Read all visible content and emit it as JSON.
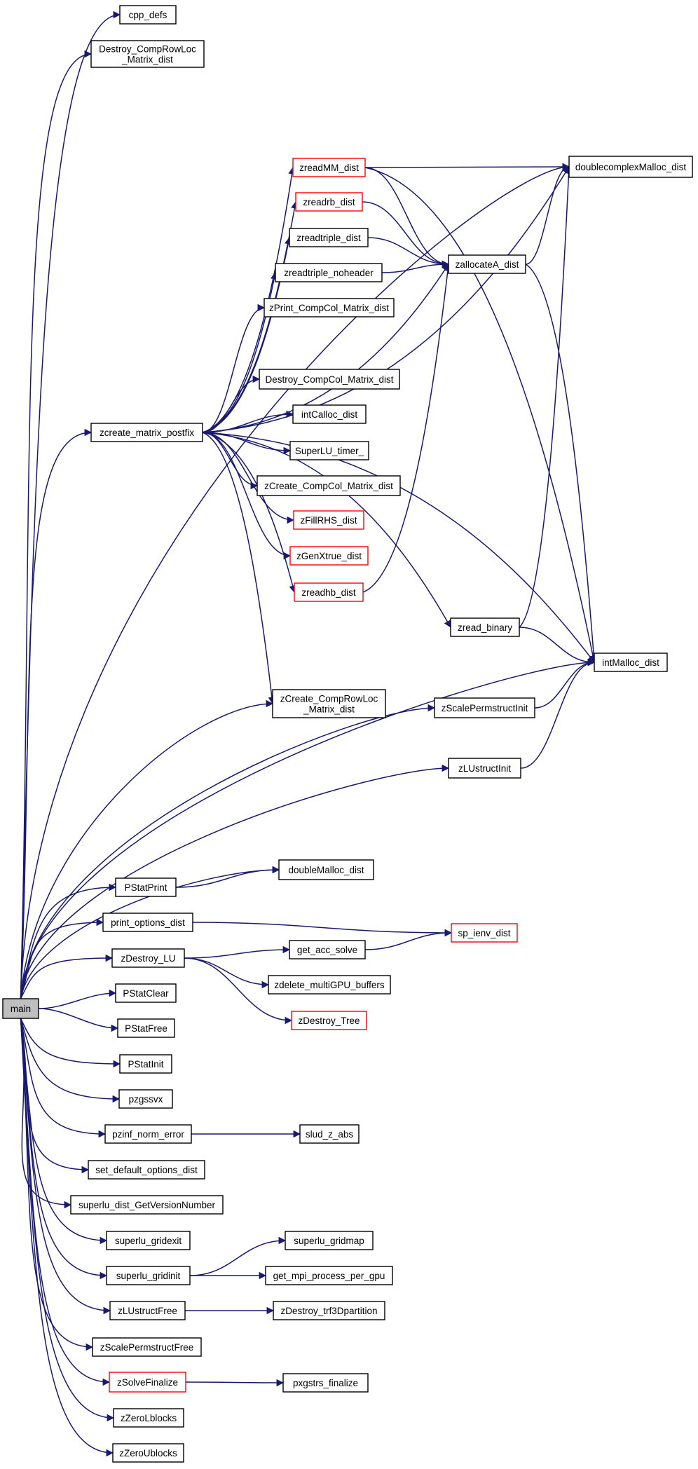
{
  "colors": {
    "edge": "#191970",
    "border_default": "#000000",
    "border_truncated": "#ff0000",
    "fill_default": "#ffffff",
    "fill_root": "#bfbfbf"
  },
  "graph": {
    "root": "main",
    "nodes": [
      {
        "id": "main",
        "lines": [
          "main"
        ],
        "style": "root"
      },
      {
        "id": "cpp_defs",
        "lines": [
          "cpp_defs"
        ],
        "style": "normal"
      },
      {
        "id": "Destroy_CompRowLoc_Matrix_dist",
        "lines": [
          "Destroy_CompRowLoc",
          "_Matrix_dist"
        ],
        "style": "normal"
      },
      {
        "id": "zcreate_matrix_postfix",
        "lines": [
          "zcreate_matrix_postfix"
        ],
        "style": "normal"
      },
      {
        "id": "zreadMM_dist",
        "lines": [
          "zreadMM_dist"
        ],
        "style": "truncated"
      },
      {
        "id": "doublecomplexMalloc_dist",
        "lines": [
          "doublecomplexMalloc_dist"
        ],
        "style": "normal"
      },
      {
        "id": "zreadrb_dist",
        "lines": [
          "zreadrb_dist"
        ],
        "style": "truncated"
      },
      {
        "id": "zreadtriple_dist",
        "lines": [
          "zreadtriple_dist"
        ],
        "style": "normal"
      },
      {
        "id": "zallocateA_dist",
        "lines": [
          "zallocateA_dist"
        ],
        "style": "normal"
      },
      {
        "id": "zreadtriple_noheader",
        "lines": [
          "zreadtriple_noheader"
        ],
        "style": "normal"
      },
      {
        "id": "zPrint_CompCol_Matrix_dist",
        "lines": [
          "zPrint_CompCol_Matrix_dist"
        ],
        "style": "normal"
      },
      {
        "id": "Destroy_CompCol_Matrix_dist",
        "lines": [
          "Destroy_CompCol_Matrix_dist"
        ],
        "style": "normal"
      },
      {
        "id": "intCalloc_dist",
        "lines": [
          "intCalloc_dist"
        ],
        "style": "normal"
      },
      {
        "id": "SuperLU_timer_",
        "lines": [
          "SuperLU_timer_"
        ],
        "style": "normal"
      },
      {
        "id": "zCreate_CompCol_Matrix_dist",
        "lines": [
          "zCreate_CompCol_Matrix_dist"
        ],
        "style": "normal"
      },
      {
        "id": "zFillRHS_dist",
        "lines": [
          "zFillRHS_dist"
        ],
        "style": "truncated"
      },
      {
        "id": "zGenXtrue_dist",
        "lines": [
          "zGenXtrue_dist"
        ],
        "style": "truncated"
      },
      {
        "id": "zreadhb_dist",
        "lines": [
          "zreadhb_dist"
        ],
        "style": "truncated"
      },
      {
        "id": "zread_binary",
        "lines": [
          "zread_binary"
        ],
        "style": "normal"
      },
      {
        "id": "intMalloc_dist",
        "lines": [
          "intMalloc_dist"
        ],
        "style": "normal"
      },
      {
        "id": "zCreate_CompRowLoc_Matrix_dist",
        "lines": [
          "zCreate_CompRowLoc",
          "_Matrix_dist"
        ],
        "style": "normal"
      },
      {
        "id": "zScalePermstructInit",
        "lines": [
          "zScalePermstructInit"
        ],
        "style": "normal"
      },
      {
        "id": "zLUstructInit",
        "lines": [
          "zLUstructInit"
        ],
        "style": "normal"
      },
      {
        "id": "PStatPrint",
        "lines": [
          "PStatPrint"
        ],
        "style": "normal"
      },
      {
        "id": "doubleMalloc_dist",
        "lines": [
          "doubleMalloc_dist"
        ],
        "style": "normal"
      },
      {
        "id": "print_options_dist",
        "lines": [
          "print_options_dist"
        ],
        "style": "normal"
      },
      {
        "id": "sp_ienv_dist",
        "lines": [
          "sp_ienv_dist"
        ],
        "style": "truncated"
      },
      {
        "id": "zDestroy_LU",
        "lines": [
          "zDestroy_LU"
        ],
        "style": "normal"
      },
      {
        "id": "get_acc_solve",
        "lines": [
          "get_acc_solve"
        ],
        "style": "normal"
      },
      {
        "id": "zdelete_multiGPU_buffers",
        "lines": [
          "zdelete_multiGPU_buffers"
        ],
        "style": "normal"
      },
      {
        "id": "zDestroy_Tree",
        "lines": [
          "zDestroy_Tree"
        ],
        "style": "truncated"
      },
      {
        "id": "PStatClear",
        "lines": [
          "PStatClear"
        ],
        "style": "normal"
      },
      {
        "id": "PStatFree",
        "lines": [
          "PStatFree"
        ],
        "style": "normal"
      },
      {
        "id": "PStatInit",
        "lines": [
          "PStatInit"
        ],
        "style": "normal"
      },
      {
        "id": "pzgssvx",
        "lines": [
          "pzgssvx"
        ],
        "style": "normal"
      },
      {
        "id": "pzinf_norm_error",
        "lines": [
          "pzinf_norm_error"
        ],
        "style": "normal"
      },
      {
        "id": "slud_z_abs",
        "lines": [
          "slud_z_abs"
        ],
        "style": "normal"
      },
      {
        "id": "set_default_options_dist",
        "lines": [
          "set_default_options_dist"
        ],
        "style": "normal"
      },
      {
        "id": "superlu_dist_GetVersionNumber",
        "lines": [
          "superlu_dist_GetVersionNumber"
        ],
        "style": "normal"
      },
      {
        "id": "superlu_gridexit",
        "lines": [
          "superlu_gridexit"
        ],
        "style": "normal"
      },
      {
        "id": "superlu_gridinit",
        "lines": [
          "superlu_gridinit"
        ],
        "style": "normal"
      },
      {
        "id": "superlu_gridmap",
        "lines": [
          "superlu_gridmap"
        ],
        "style": "normal"
      },
      {
        "id": "get_mpi_process_per_gpu",
        "lines": [
          "get_mpi_process_per_gpu"
        ],
        "style": "normal"
      },
      {
        "id": "zLUstructFree",
        "lines": [
          "zLUstructFree"
        ],
        "style": "normal"
      },
      {
        "id": "zDestroy_trf3Dpartition",
        "lines": [
          "zDestroy_trf3Dpartition"
        ],
        "style": "normal"
      },
      {
        "id": "zScalePermstructFree",
        "lines": [
          "zScalePermstructFree"
        ],
        "style": "normal"
      },
      {
        "id": "zSolveFinalize",
        "lines": [
          "zSolveFinalize"
        ],
        "style": "truncated"
      },
      {
        "id": "pxgstrs_finalize",
        "lines": [
          "pxgstrs_finalize"
        ],
        "style": "normal"
      },
      {
        "id": "zZeroLblocks",
        "lines": [
          "zZeroLblocks"
        ],
        "style": "normal"
      },
      {
        "id": "zZeroUblocks",
        "lines": [
          "zZeroUblocks"
        ],
        "style": "normal"
      }
    ],
    "edges": [
      [
        "main",
        "cpp_defs"
      ],
      [
        "main",
        "Destroy_CompRowLoc_Matrix_dist"
      ],
      [
        "main",
        "doublecomplexMalloc_dist"
      ],
      [
        "main",
        "zcreate_matrix_postfix"
      ],
      [
        "main",
        "zCreate_CompRowLoc_Matrix_dist"
      ],
      [
        "main",
        "zScalePermstructInit"
      ],
      [
        "main",
        "zLUstructInit"
      ],
      [
        "main",
        "intMalloc_dist"
      ],
      [
        "main",
        "doubleMalloc_dist"
      ],
      [
        "main",
        "PStatPrint"
      ],
      [
        "main",
        "print_options_dist"
      ],
      [
        "main",
        "zDestroy_LU"
      ],
      [
        "main",
        "PStatClear"
      ],
      [
        "main",
        "PStatFree"
      ],
      [
        "main",
        "PStatInit"
      ],
      [
        "main",
        "pzgssvx"
      ],
      [
        "main",
        "pzinf_norm_error"
      ],
      [
        "main",
        "set_default_options_dist"
      ],
      [
        "main",
        "superlu_dist_GetVersionNumber"
      ],
      [
        "main",
        "superlu_gridexit"
      ],
      [
        "main",
        "superlu_gridinit"
      ],
      [
        "main",
        "zLUstructFree"
      ],
      [
        "main",
        "zScalePermstructFree"
      ],
      [
        "main",
        "zSolveFinalize"
      ],
      [
        "main",
        "zZeroLblocks"
      ],
      [
        "main",
        "zZeroUblocks"
      ],
      [
        "zcreate_matrix_postfix",
        "doublecomplexMalloc_dist"
      ],
      [
        "zcreate_matrix_postfix",
        "zreadMM_dist"
      ],
      [
        "zcreate_matrix_postfix",
        "zreadrb_dist"
      ],
      [
        "zcreate_matrix_postfix",
        "zreadtriple_dist"
      ],
      [
        "zcreate_matrix_postfix",
        "zreadtriple_noheader"
      ],
      [
        "zcreate_matrix_postfix",
        "zPrint_CompCol_Matrix_dist"
      ],
      [
        "zcreate_matrix_postfix",
        "zallocateA_dist"
      ],
      [
        "zcreate_matrix_postfix",
        "Destroy_CompCol_Matrix_dist"
      ],
      [
        "zcreate_matrix_postfix",
        "intCalloc_dist"
      ],
      [
        "zcreate_matrix_postfix",
        "SuperLU_timer_"
      ],
      [
        "zcreate_matrix_postfix",
        "zCreate_CompCol_Matrix_dist"
      ],
      [
        "zcreate_matrix_postfix",
        "zFillRHS_dist"
      ],
      [
        "zcreate_matrix_postfix",
        "zGenXtrue_dist"
      ],
      [
        "zcreate_matrix_postfix",
        "zreadhb_dist"
      ],
      [
        "zcreate_matrix_postfix",
        "zread_binary"
      ],
      [
        "zcreate_matrix_postfix",
        "intMalloc_dist"
      ],
      [
        "zcreate_matrix_postfix",
        "zCreate_CompRowLoc_Matrix_dist"
      ],
      [
        "zreadMM_dist",
        "doublecomplexMalloc_dist"
      ],
      [
        "zreadMM_dist",
        "zallocateA_dist"
      ],
      [
        "zreadMM_dist",
        "intMalloc_dist"
      ],
      [
        "zreadrb_dist",
        "zallocateA_dist"
      ],
      [
        "zreadtriple_dist",
        "zallocateA_dist"
      ],
      [
        "zreadtriple_noheader",
        "zallocateA_dist"
      ],
      [
        "zallocateA_dist",
        "doublecomplexMalloc_dist"
      ],
      [
        "zallocateA_dist",
        "intMalloc_dist"
      ],
      [
        "zreadhb_dist",
        "zallocateA_dist"
      ],
      [
        "zread_binary",
        "doublecomplexMalloc_dist"
      ],
      [
        "zread_binary",
        "intMalloc_dist"
      ],
      [
        "zScalePermstructInit",
        "intMalloc_dist"
      ],
      [
        "zLUstructInit",
        "intMalloc_dist"
      ],
      [
        "PStatPrint",
        "doubleMalloc_dist"
      ],
      [
        "print_options_dist",
        "sp_ienv_dist"
      ],
      [
        "zDestroy_LU",
        "get_acc_solve"
      ],
      [
        "zDestroy_LU",
        "zdelete_multiGPU_buffers"
      ],
      [
        "zDestroy_LU",
        "zDestroy_Tree"
      ],
      [
        "get_acc_solve",
        "sp_ienv_dist"
      ],
      [
        "pzinf_norm_error",
        "slud_z_abs"
      ],
      [
        "superlu_gridinit",
        "superlu_gridmap"
      ],
      [
        "superlu_gridinit",
        "get_mpi_process_per_gpu"
      ],
      [
        "zLUstructFree",
        "zDestroy_trf3Dpartition"
      ],
      [
        "zSolveFinalize",
        "pxgstrs_finalize"
      ]
    ]
  }
}
